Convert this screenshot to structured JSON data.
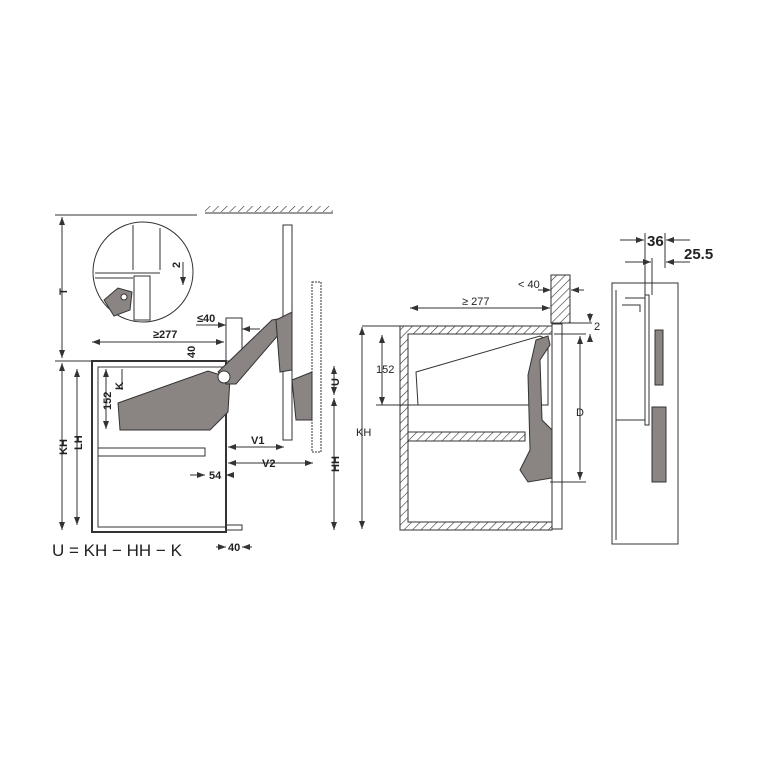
{
  "left_view": {
    "labels": {
      "T": "T",
      "KH": "KH",
      "LH": "LH",
      "d152": "152",
      "K": "K",
      "d40v": "40",
      "d277": "≥277",
      "d40max": "≤40",
      "U": "U",
      "HH": "HH",
      "V1": "V1",
      "V2": "V2",
      "d54": "54",
      "d40b": "40",
      "detail_2": "2"
    },
    "formula": "U = KH − HH − K"
  },
  "middle_view": {
    "labels": {
      "d277": "≥ 277",
      "d40": "< 40",
      "d2": "2",
      "d152": "152",
      "KH": "KH",
      "D": "D"
    }
  },
  "right_view": {
    "labels": {
      "d36": "36",
      "d25_5": "25.5"
    }
  },
  "colors": {
    "line": "#333333",
    "fitting": "#8a8582",
    "background": "#ffffff"
  }
}
